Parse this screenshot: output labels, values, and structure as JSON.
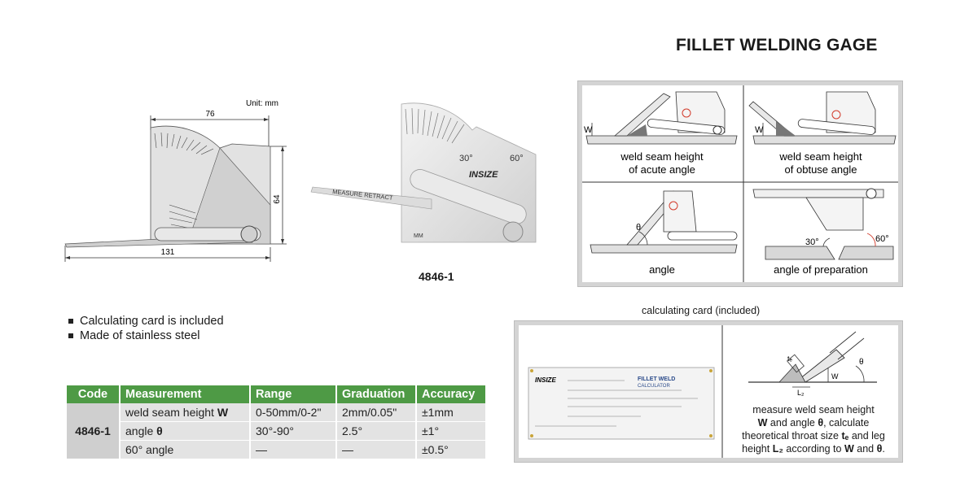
{
  "title": "FILLET WELDING GAGE",
  "drawing": {
    "unit": "Unit: mm",
    "dim_top": "76",
    "dim_right": "64",
    "dim_bottom": "131"
  },
  "photo": {
    "brand": "INSIZE",
    "scale_text": "MEASURE  RETRACT",
    "angle_30": "30°",
    "angle_60": "60°",
    "mm": "MM"
  },
  "model": "4846-1",
  "features": [
    "Calculating card is included",
    "Made of stainless steel"
  ],
  "spec_table": {
    "headers": [
      "Code",
      "Measurement",
      "Range",
      "Graduation",
      "Accuracy"
    ],
    "code": "4846-1",
    "rows": [
      {
        "measurement": "weld seam height ",
        "symbol": "W",
        "range": "0-50mm/0-2\"",
        "graduation": "2mm/0.05\"",
        "accuracy": "±1mm"
      },
      {
        "measurement": "angle ",
        "symbol": "θ",
        "range": "30°-90°",
        "graduation": "2.5°",
        "accuracy": "±1°"
      },
      {
        "measurement": "60° angle",
        "symbol": "",
        "range": "—",
        "graduation": "—",
        "accuracy": "±0.5°"
      }
    ]
  },
  "usage": {
    "acute_line1": "weld seam height",
    "acute_line2": "of acute angle",
    "obtuse_line1": "weld seam height",
    "obtuse_line2": "of obtuse angle",
    "angle": "angle",
    "preparation": "angle of preparation",
    "w": "W",
    "theta": "θ",
    "deg30": "30°",
    "deg60": "60°"
  },
  "card": {
    "caption": "calculating card (included)",
    "brand": "INSIZE",
    "title1": "FILLET WELD",
    "title2": "CALCULATOR",
    "te": "tₑ",
    "l2": "L₂",
    "w": "W",
    "theta": "θ",
    "desc_line1": "measure weld seam height",
    "desc_w": "W",
    "desc_line2a": " and angle ",
    "desc_theta": "θ",
    "desc_line2b": ", calculate",
    "desc_line3a": "theoretical throat size ",
    "desc_te": "tₑ",
    "desc_line3b": " and leg",
    "desc_line4a": "height ",
    "desc_l2": "L₂",
    "desc_line4b": " according to ",
    "desc_w2": "W",
    "desc_and": " and ",
    "desc_theta2": "θ",
    "desc_end": "."
  },
  "colors": {
    "header_green": "#4e9a45",
    "panel_gray": "#d4d4d4",
    "metal": "#d9d9d9",
    "red_mark": "#d23a2a"
  }
}
